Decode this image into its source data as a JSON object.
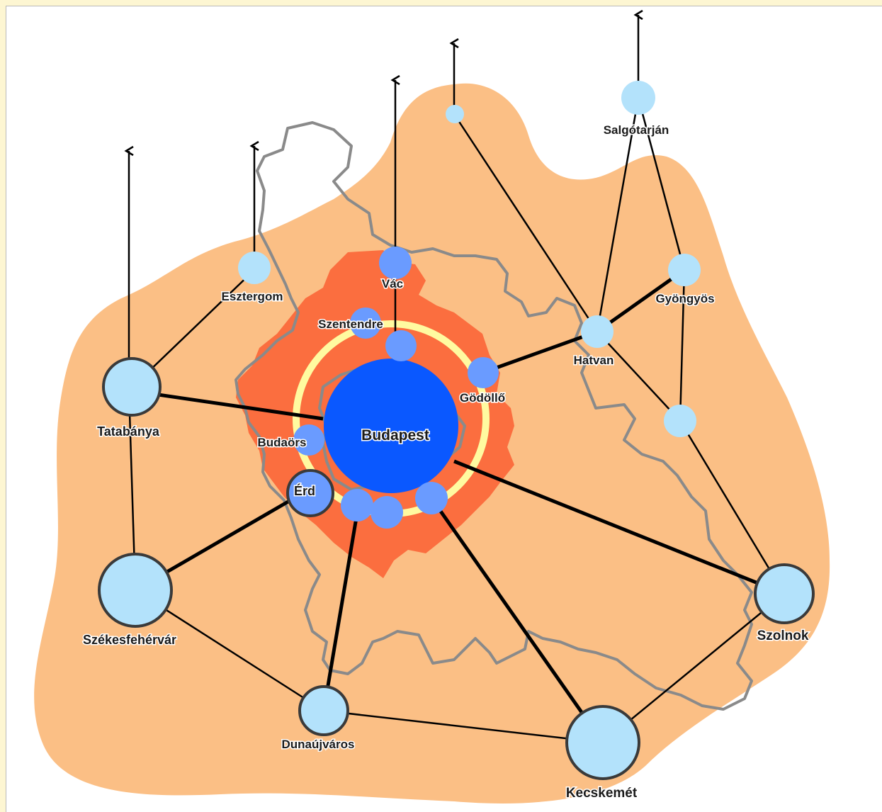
{
  "map": {
    "cities": [
      {
        "id": "budapest",
        "label": "Budapest"
      },
      {
        "id": "vac",
        "label": "Vác"
      },
      {
        "id": "szentendre",
        "label": "Szentendre"
      },
      {
        "id": "godollo",
        "label": "Gödöllő"
      },
      {
        "id": "budaors",
        "label": "Budaörs"
      },
      {
        "id": "erd",
        "label": "Érd"
      },
      {
        "id": "esztergom",
        "label": "Esztergom"
      },
      {
        "id": "tatabanya",
        "label": "Tatabánya"
      },
      {
        "id": "szekesfehervar",
        "label": "Székesfehérvár"
      },
      {
        "id": "dunaujvaros",
        "label": "Dunaújváros"
      },
      {
        "id": "kecskemet",
        "label": "Kecskemét"
      },
      {
        "id": "szolnok",
        "label": "Szolnok"
      },
      {
        "id": "hatvan",
        "label": "Hatvan"
      },
      {
        "id": "gyongyos",
        "label": "Gyöngyös"
      },
      {
        "id": "salgotarjan",
        "label": "Salgótarján"
      }
    ],
    "colors": {
      "outer_region": "#fbbf85",
      "agglomeration": "#fb6e3f",
      "ring": "#fffaa0",
      "capital": "#0a58ff",
      "inner_node": "#6a9bff",
      "outer_node": "#b3e2fb",
      "node_stroke": "#3a3a3a",
      "border": "#8a8a8a",
      "link": "#000000"
    }
  }
}
